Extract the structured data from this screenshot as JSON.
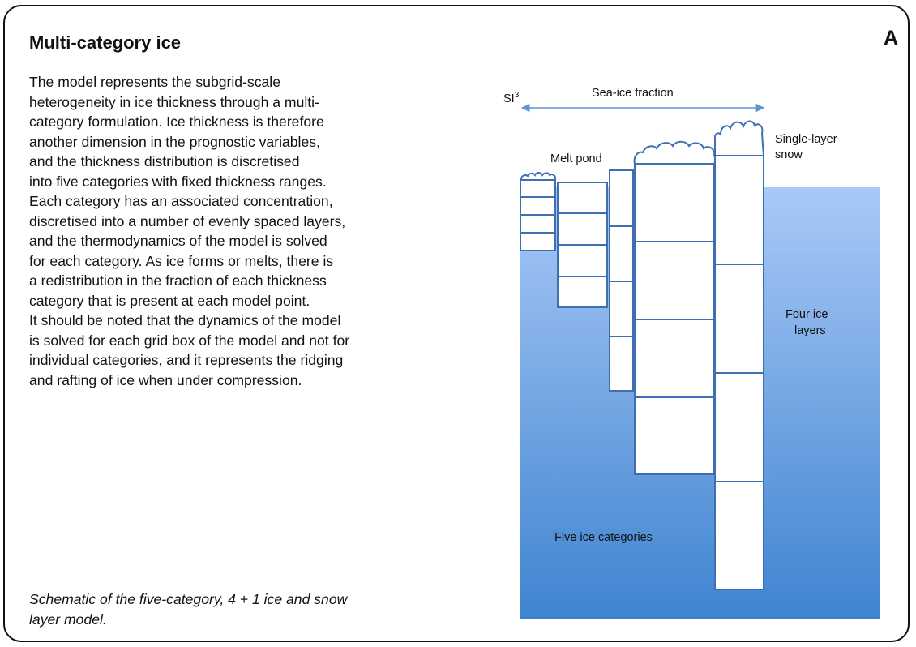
{
  "panel_letter": "A",
  "title": "Multi-category ice",
  "body_lines": [
    "The model represents the subgrid-scale",
    "heterogeneity in ice thickness through a multi-",
    "category formulation. Ice thickness is therefore",
    "another dimension in the prognostic variables,",
    "and the thickness distribution is discretised",
    "into five categories with fixed thickness ranges.",
    "Each category has an associated concentration,",
    "discretised into a number of evenly spaced layers,",
    "and the thermodynamics of the model is solved",
    "for each category. As ice forms or melts, there is",
    "a redistribution in the fraction of each thickness",
    "category that is present at each model point.",
    "It should be noted that the dynamics of the model",
    "is solved for each grid box of the model and not for",
    "individual categories, and it represents the ridging",
    "and rafting of ice when under compression."
  ],
  "caption_lines": [
    "Schematic of the five-category, 4 + 1 ice and snow",
    "layer model."
  ],
  "diagram": {
    "model_name": "SI",
    "model_superscript": "3",
    "arrow_label": "Sea-ice fraction",
    "melt_pond_label": "Melt pond",
    "snow_label_lines": [
      "Single-layer",
      "snow"
    ],
    "layers_label_lines": [
      "Four ice",
      "layers"
    ],
    "categories_label": "Five ice categories",
    "colors": {
      "ocean_top": "#a9c9f7",
      "ocean_bottom": "#3f84d0",
      "outline": "#3f6fb3",
      "ice_fill": "#ffffff",
      "arrow": "#5b95d6"
    },
    "category_count": 5,
    "layers_per_category": 4
  }
}
